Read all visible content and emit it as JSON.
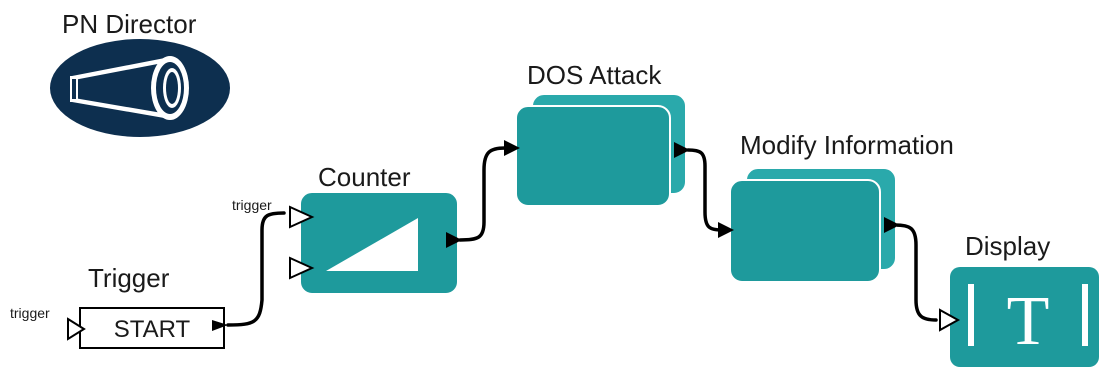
{
  "director": {
    "label": "PN Director"
  },
  "actors": {
    "trigger": {
      "label": "Trigger",
      "button_text": "START",
      "port_label": "trigger"
    },
    "counter": {
      "label": "Counter",
      "port_label": "trigger"
    },
    "dos_attack": {
      "label": "DOS Attack"
    },
    "modify_information": {
      "label": "Modify Information"
    },
    "display": {
      "label": "Display",
      "glyph": "T"
    }
  },
  "colors": {
    "actor_fill": "#1e9a9c",
    "actor_fill_back": "#2aa9ab",
    "actor_edge": "#ffffff",
    "director_fill": "#0d2f4f",
    "wire": "#000000"
  }
}
